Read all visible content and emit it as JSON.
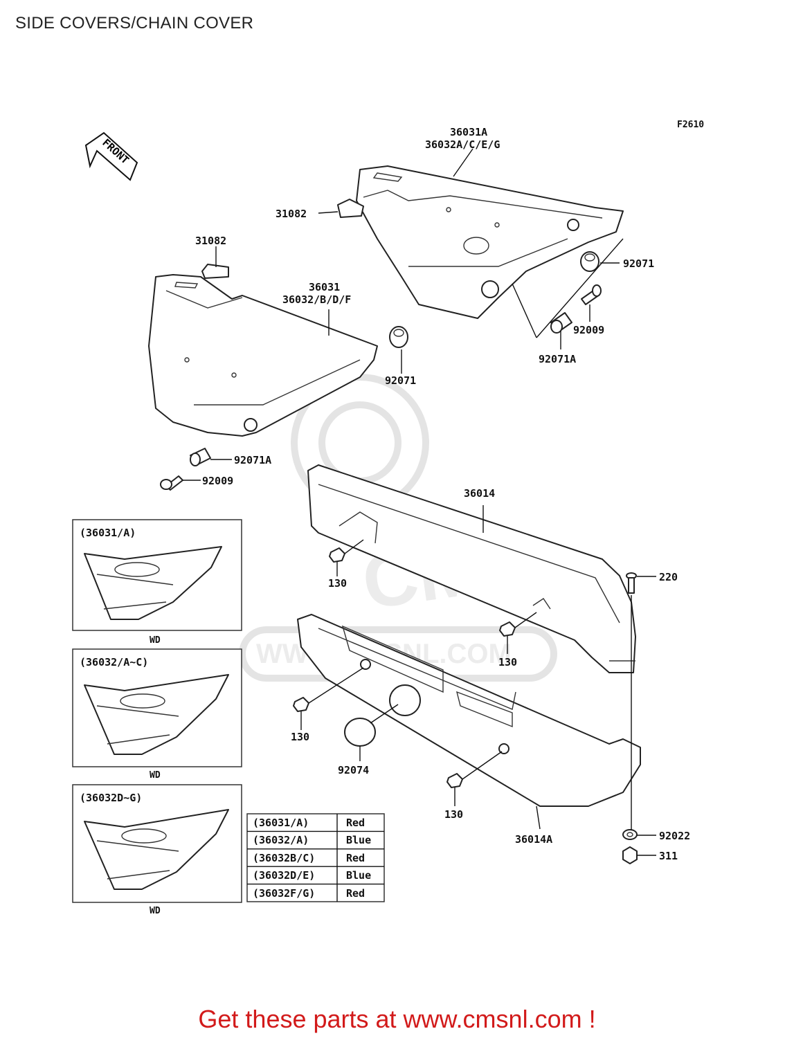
{
  "title": "SIDE COVERS/CHAIN COVER",
  "figure_code": "F2610",
  "front_label": "FRONT",
  "watermark": {
    "brand": "CMS",
    "url": "WWW.CMSNL.COM"
  },
  "labels": {
    "cover_right": "36031A",
    "cover_right_sub": "36032A/C/E/G",
    "rubber_top": "31082",
    "rubber_left": "31082",
    "cover_left": "36031",
    "cover_left_sub": "36032/B/D/F",
    "grommet_right": "92071",
    "bolt_right": "92009",
    "collar_right": "92071A",
    "grommet_left": "92071",
    "collar_left": "92071A",
    "bolt_left": "92009",
    "chain_cover_upper": "36014",
    "nut_a": "130",
    "screw_220": "220",
    "nut_b": "130",
    "nut_c": "130",
    "cap": "92074",
    "nut_d": "130",
    "chain_cover_lower": "36014A",
    "washer": "92022",
    "nut_311": "311"
  },
  "insets": [
    {
      "code": "(36031/A)",
      "tag": "WD"
    },
    {
      "code": "(36032/A~C)",
      "tag": "WD"
    },
    {
      "code": "(36032D~G)",
      "tag": "WD"
    }
  ],
  "color_table": [
    {
      "code": "(36031/A)",
      "color": "Red"
    },
    {
      "code": "(36032/A)",
      "color": "Blue"
    },
    {
      "code": "(36032B/C)",
      "color": "Red"
    },
    {
      "code": "(36032D/E)",
      "color": "Blue"
    },
    {
      "code": "(36032F/G)",
      "color": "Red"
    }
  ],
  "promo": "Get these parts at www.cmsnl.com !",
  "colors": {
    "promo": "#d21a1a",
    "line": "#111111",
    "watermark": "#e4e4e4"
  }
}
